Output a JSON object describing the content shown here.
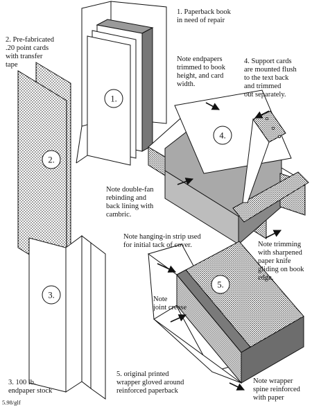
{
  "figure": {
    "step1": {
      "badge": "1.",
      "caption": "1. Paperback book\nin need of repair"
    },
    "step2": {
      "badge": "2.",
      "caption": "2. Pre-fabricated\n.20 point cards\nwith transfer\ntape"
    },
    "step3": {
      "badge": "3.",
      "caption": "3. 100 lb.\nendpaper stock"
    },
    "step4": {
      "badge": "4.",
      "caption": "4. Support cards\nare mounted flush\nto the text back\nand trimmed\nout separately."
    },
    "step5": {
      "badge": "5.",
      "caption": "5. original printed\nwrapper gloved around\nreinforced paperback"
    },
    "notes": {
      "endpapers": "Note endpapers\ntrimmed to book\nheight, and card\nwidth.",
      "double_fan": "Note double-fan\nrebinding and\nback lining with\ncambric.",
      "trimming": "Note trimming\nwith sharpened\npaper knife\ngliding on book\nedge.",
      "hanging_strip": "Note hanging-in strip used\nfor initial tack of cover.",
      "joint_crease": "Note\njoint crease",
      "wrapper_spine": "Note wrapper\nspine reinforced\nwith paper"
    },
    "credit": "5.98/glf"
  }
}
